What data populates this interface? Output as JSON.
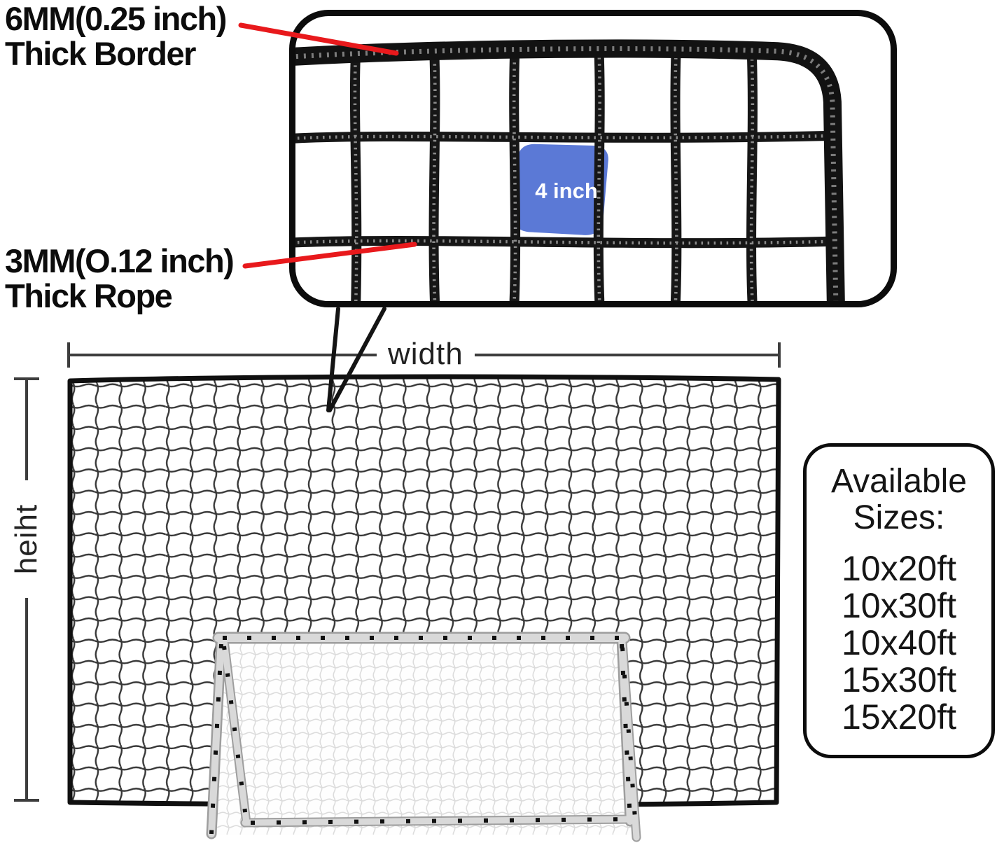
{
  "annotations": {
    "border_callout": {
      "line1": "6MM(0.25 inch)",
      "line2": "Thick Border"
    },
    "rope_callout": {
      "line1": "3MM(O.12 inch)",
      "line2": "Thick Rope"
    }
  },
  "mesh_patch": {
    "label": "4 inch"
  },
  "dimensions": {
    "width_label": "width",
    "height_label": "heiht"
  },
  "sizes_box": {
    "title_line1": "Available",
    "title_line2": "Sizes:",
    "items": [
      "10x20ft",
      "10x30ft",
      "10x40ft",
      "15x30ft",
      "15x20ft"
    ]
  },
  "colors": {
    "annotation_red": "#e8191c",
    "mesh_highlight_blue": "#5b79d6"
  }
}
